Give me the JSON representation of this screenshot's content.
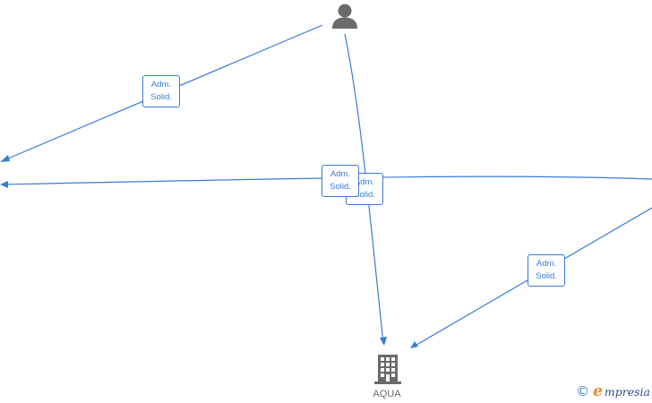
{
  "nodes": {
    "person": {
      "icon": "person-icon"
    },
    "company": {
      "icon": "building-icon",
      "label": "AQUA"
    }
  },
  "edges": [
    {
      "label_line1": "Adm.",
      "label_line2": "Solid."
    },
    {
      "label_line1": "Adm.",
      "label_line2": "Solid."
    },
    {
      "label_line1": "Adm.",
      "label_line2": "Solid."
    },
    {
      "label_line1": "Adm.",
      "label_line2": "Solid."
    }
  ],
  "watermark": {
    "symbol": "©",
    "brand_first": "e",
    "brand_rest": "mpresia"
  },
  "colors": {
    "edge": "#3a7bd5",
    "node_icon": "#6b6b6b",
    "brand_orange": "#f08a24",
    "brand_blue": "#2b4c8c"
  }
}
